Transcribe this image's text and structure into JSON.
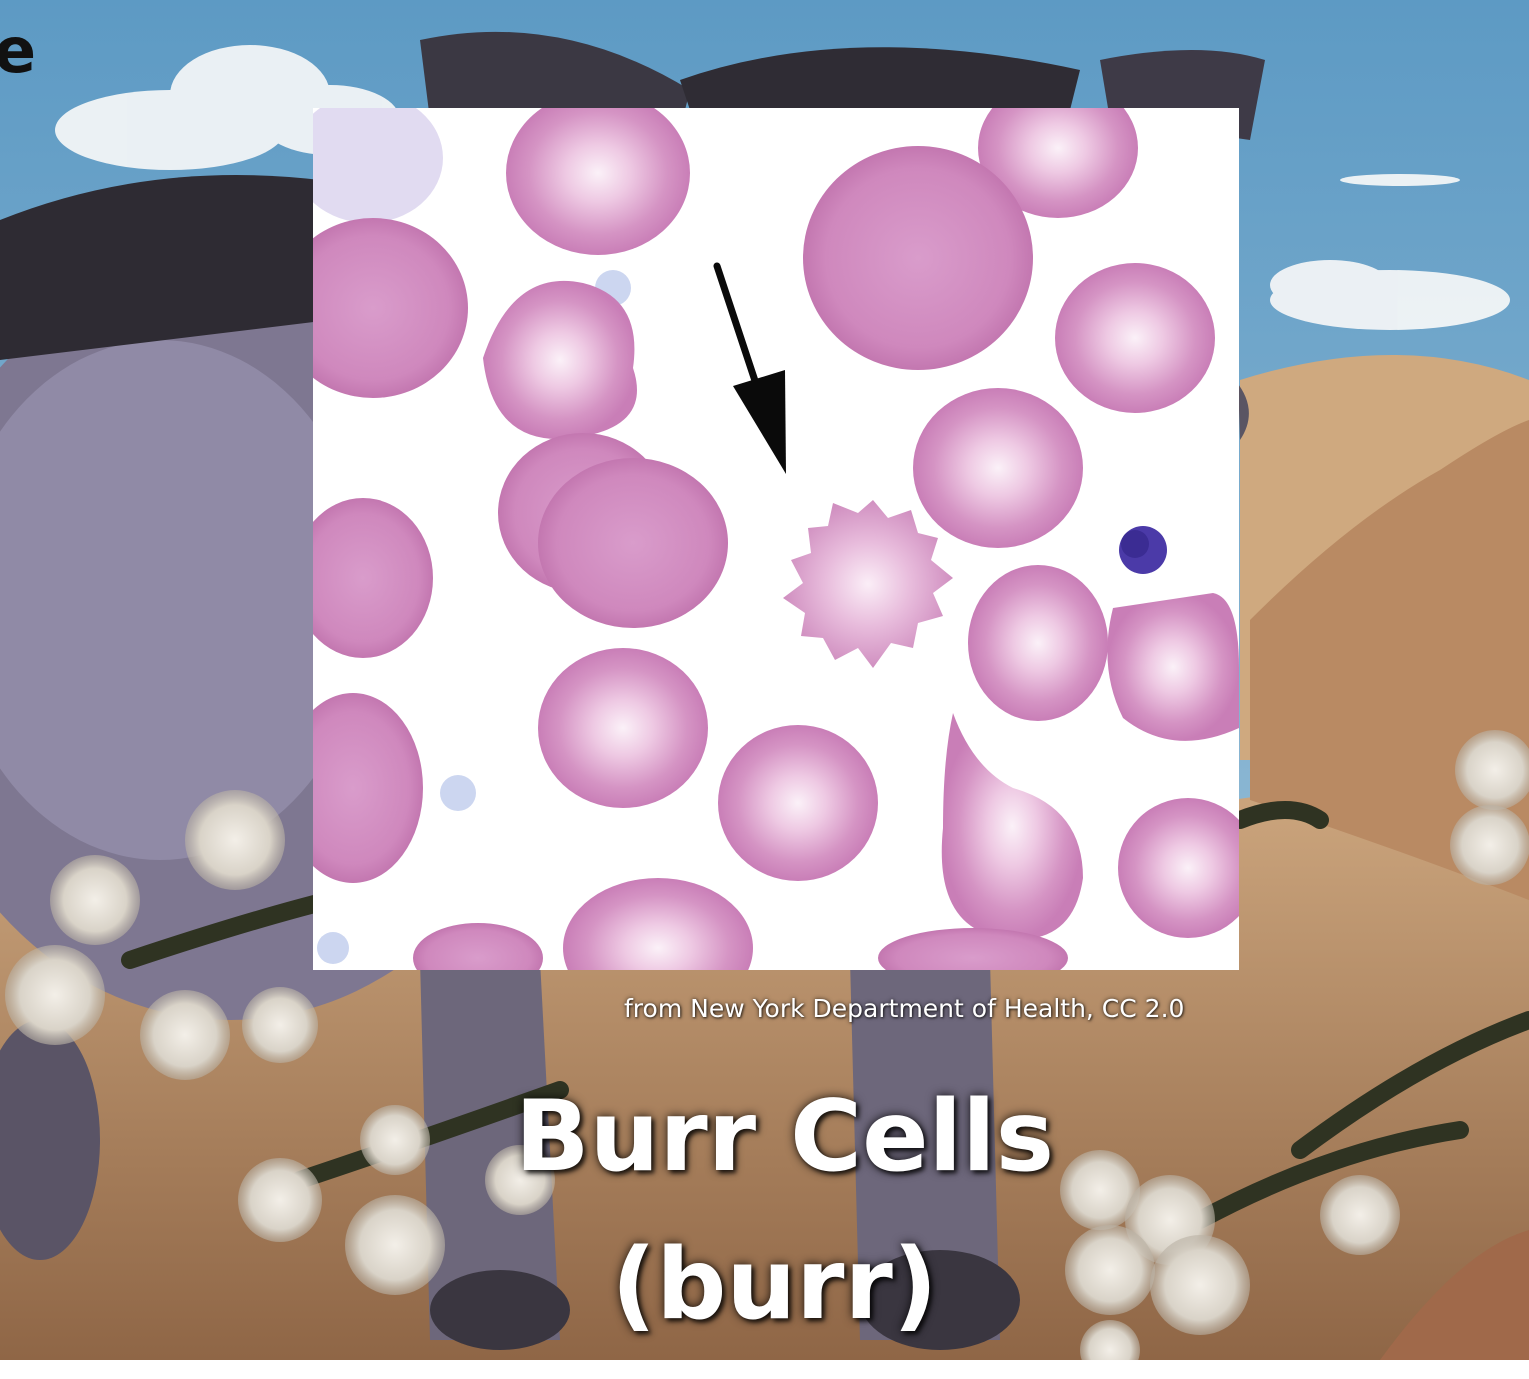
{
  "corner_fragment": "e",
  "caption": {
    "credit": "from New York Department of Health, CC 2.0",
    "title": "Burr Cells",
    "subtitle": "(burr)"
  }
}
